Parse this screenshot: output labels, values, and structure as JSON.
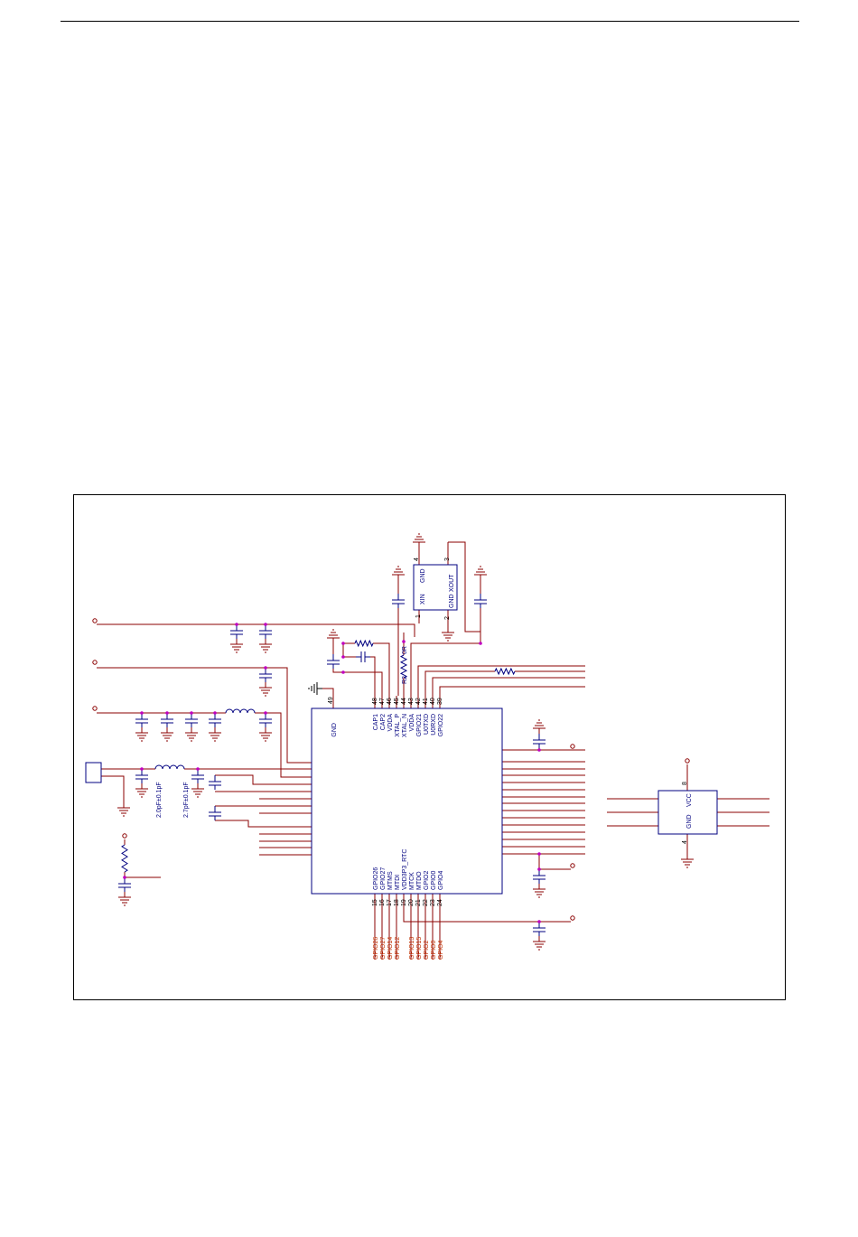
{
  "colors": {
    "wire": "#8b0000",
    "component": "#000080",
    "pin": "#8b0000",
    "junction": "#c000c0",
    "net_label": "#c03000",
    "text": "#000000",
    "frame": "#000000"
  },
  "ic": {
    "gnd_pin_label": "GND",
    "gnd_pin_num": "49",
    "top_pins": [
      {
        "num": "48",
        "name": "CAP1"
      },
      {
        "num": "47",
        "name": "CAP2"
      },
      {
        "num": "46",
        "name": "VDDA"
      },
      {
        "num": "45",
        "name": "XTAL_P"
      },
      {
        "num": "44",
        "name": "XTAL_N"
      },
      {
        "num": "43",
        "name": "VDDA"
      },
      {
        "num": "42",
        "name": "GPIO21"
      },
      {
        "num": "41",
        "name": "U0TXD"
      },
      {
        "num": "40",
        "name": "U0RXD"
      },
      {
        "num": "39",
        "name": "GPIO22"
      }
    ],
    "bottom_pins": [
      {
        "num": "15",
        "name": "GPIO26"
      },
      {
        "num": "16",
        "name": "GPIO27"
      },
      {
        "num": "17",
        "name": "MTMS"
      },
      {
        "num": "18",
        "name": "MTDI"
      },
      {
        "num": "19",
        "name": "VDD3P3_RTC"
      },
      {
        "num": "20",
        "name": "MTCK"
      },
      {
        "num": "21",
        "name": "MTDO"
      },
      {
        "num": "22",
        "name": "GPIO2"
      },
      {
        "num": "23",
        "name": "GPIO0"
      },
      {
        "num": "24",
        "name": "GPIO4"
      }
    ]
  },
  "bottom_net_labels": [
    "GPIO26",
    "GPIO27",
    "GPIO14",
    "GPIO12",
    "GPIO13",
    "GPIO15",
    "GPIO2",
    "GPIO0",
    "GPIO4"
  ],
  "crystal": {
    "pin_xin": "XIN",
    "pin_gnd_top": "GND",
    "pin_gnd_bottom": "GND",
    "pin_xout": "XOUT",
    "pin_nums": [
      "1",
      "2",
      "3",
      "4"
    ]
  },
  "resistor_r2": {
    "ref": "R2",
    "value": "0R"
  },
  "rf_caps": {
    "c1": "2.0pF±0.1pF",
    "c2": "2.7pF±0.1pF"
  },
  "flash": {
    "vcc_label": "VCC",
    "gnd_label": "GND",
    "vcc_pin": "8",
    "gnd_pin": "4"
  }
}
